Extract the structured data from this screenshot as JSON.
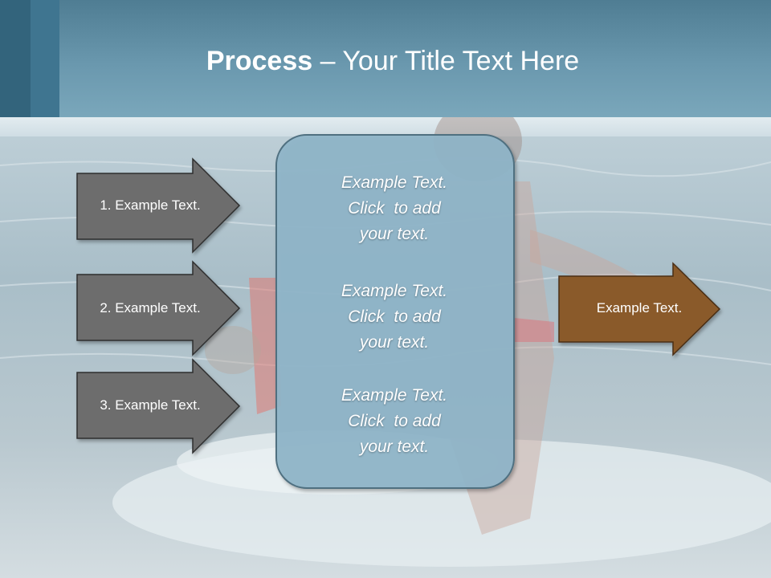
{
  "title": {
    "bold": "Process",
    "rest": " – Your Title Text Here"
  },
  "left_arrows": [
    {
      "label": "1. Example Text."
    },
    {
      "label": "2. Example Text."
    },
    {
      "label": "3. Example Text."
    }
  ],
  "center_box": {
    "blocks": [
      {
        "lines": [
          "Example Text.",
          "Click  to add",
          "your text."
        ]
      },
      {
        "lines": [
          "Example Text.",
          "Click  to add",
          "your text."
        ]
      },
      {
        "lines": [
          "Example Text.",
          "Click  to add",
          "your text."
        ]
      }
    ]
  },
  "right_arrow": {
    "label": "Example Text."
  },
  "colors": {
    "header": "#6a98ae",
    "left_arrow_fill": "#6d6d6d",
    "center_box_fill": "#8fb5c9",
    "right_arrow_fill": "#8a5a2b"
  }
}
